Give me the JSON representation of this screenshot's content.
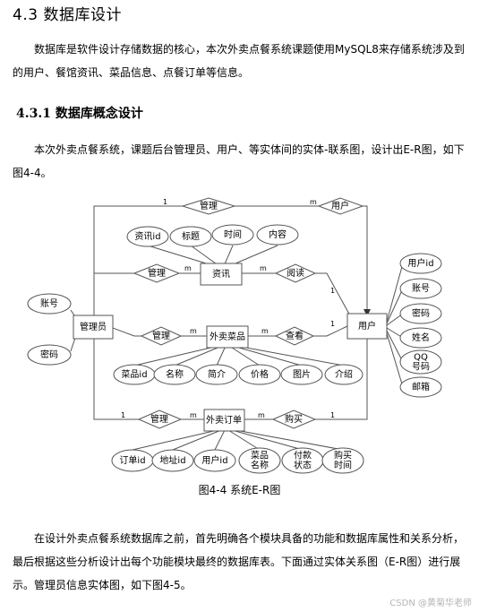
{
  "heading1": "4.3  数据库设计",
  "para1": "数据库是软件设计存储数据的核心，本次外卖点餐系统课题使用MySQL8来存储系统涉及到的用户、餐馆资讯、菜品信息、点餐订单等信息。",
  "heading2": "4.3.1  数据库概念设计",
  "para2": "本次外卖点餐系统，课题后台管理员、用户、等实体间的实体-联系图，设计出E-R图，如下图4-4。",
  "er": {
    "entities": {
      "admin": "管理员",
      "news": "资讯",
      "dish": "外卖菜品",
      "order": "外卖订单",
      "user": "用户"
    },
    "relationships": {
      "manage_user": "管理",
      "manage_news": "管理",
      "manage_dish": "管理",
      "manage_order": "管理",
      "read": "阅读",
      "view": "查看",
      "buy": "购买"
    },
    "admin_attrs": [
      "账号",
      "密码"
    ],
    "news_attrs": [
      "资讯id",
      "标题",
      "时间",
      "内容"
    ],
    "dish_attrs": [
      "菜品id",
      "名称",
      "简介",
      "价格",
      "图片",
      "介绍"
    ],
    "order_attrs": [
      "订单id",
      "地址id",
      "用户id",
      "菜品\n名称",
      "付款\n状态",
      "购买\n时间"
    ],
    "user_attrs": [
      "用户id",
      "账号",
      "密码",
      "姓名",
      "QQ\n号码",
      "邮箱"
    ],
    "cardinality": {
      "admin_user_left": "1",
      "admin_user_right": "m",
      "news_manage": "m",
      "news_read": "m",
      "read_user": "1",
      "dish_manage": "m",
      "dish_view": "m",
      "view_user": "1",
      "order_manage_left": "1",
      "order_manage_right": "m",
      "order_buy": "m",
      "buy_user": "1"
    }
  },
  "caption": "图4-4  系统E-R图",
  "para3": "在设计外卖点餐系统数据库之前，首先明确各个模块具备的功能和数据库属性和关系分析，最后根据这些分析设计出每个功能模块最终的数据库表。下面通过实体关系图（E-R图）进行展示。管理员信息实体图，如下图4-5。",
  "watermark": "CSDN @黄菊华老师"
}
